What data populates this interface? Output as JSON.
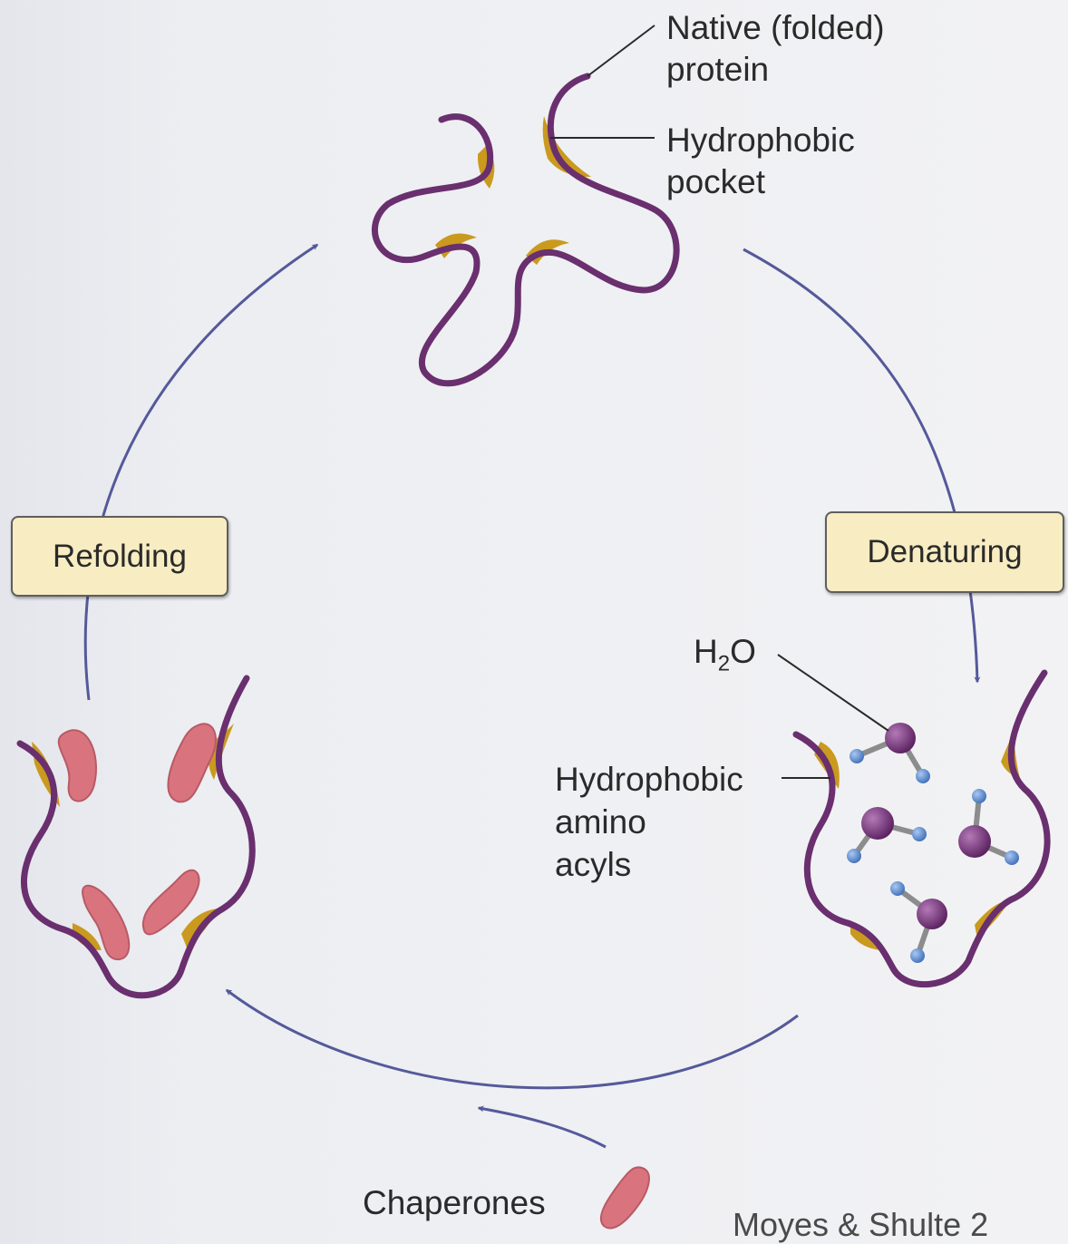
{
  "labels": {
    "native_line1": "Native (folded)",
    "native_line2": "protein",
    "pocket_line1": "Hydrophobic",
    "pocket_line2": "pocket",
    "refolding": "Refolding",
    "denaturing": "Denaturing",
    "h2o_main": "H",
    "h2o_sub": "2",
    "h2o_tail": "O",
    "amino_line1": "Hydrophobic",
    "amino_line2": "amino",
    "amino_line3": "acyls",
    "chaperones": "Chaperones",
    "credit": "Moyes & Shulte 2"
  },
  "colors": {
    "protein": "#6a2f6e",
    "hydrophobic": "#c99a1e",
    "arrow": "#55599a",
    "chaperone": "#d9747f",
    "oxygen_atom": "#7b2f7e",
    "hydrogen_atom": "#5b8fd6",
    "label_box": "#f8ecc2"
  }
}
